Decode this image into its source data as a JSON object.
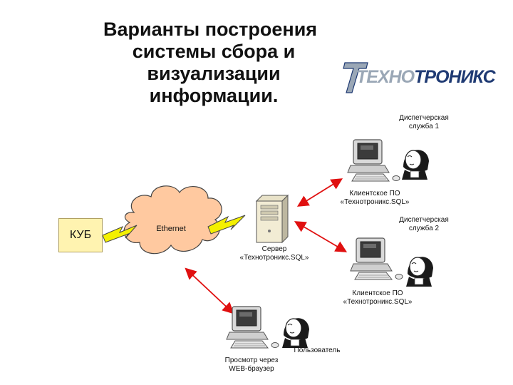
{
  "title": [
    "Варианты построения",
    "системы сбора и",
    "визуализации",
    "информации."
  ],
  "logo": {
    "part1": "ТЕХНО",
    "part2": "ТРОНИКС"
  },
  "kub": "КУБ",
  "ethernet": "Ethernet",
  "server": {
    "line1": "Сервер",
    "line2": "«Технотроникс.SQL»"
  },
  "dispatch1": {
    "line1": "Диспетчерская",
    "line2": "служба 1"
  },
  "client1": {
    "line1": "Клиентское ПО",
    "line2": "«Технотроникс.SQL»"
  },
  "dispatch2": {
    "line1": "Диспетчерская",
    "line2": "служба 2"
  },
  "client2": {
    "line1": "Клиентское ПО",
    "line2": "«Технотроникс.SQL»"
  },
  "user": "Пользователь",
  "browser": {
    "line1": "Просмотр через",
    "line2": "WEB-браузер"
  },
  "colors": {
    "arrow": "#e01010",
    "cloud": "#ffc9a0",
    "bolt": "#f4f000",
    "kub_fill": "#fff3b0",
    "logo_dark": "#1f3a73",
    "logo_light": "#9aa7b6"
  }
}
